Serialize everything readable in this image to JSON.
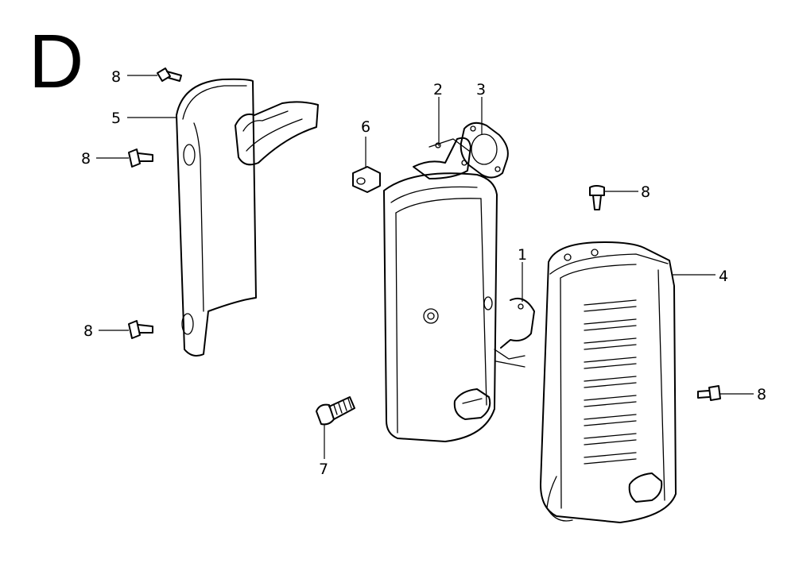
{
  "section_letter": "D",
  "callouts": {
    "c1": "1",
    "c2": "2",
    "c3": "3",
    "c4": "4",
    "c5": "5",
    "c6": "6",
    "c7": "7",
    "c8a": "8",
    "c8b": "8",
    "c8c": "8",
    "c8d": "8",
    "c8e": "8"
  },
  "colors": {
    "ink": "#000000",
    "paper": "#ffffff"
  }
}
